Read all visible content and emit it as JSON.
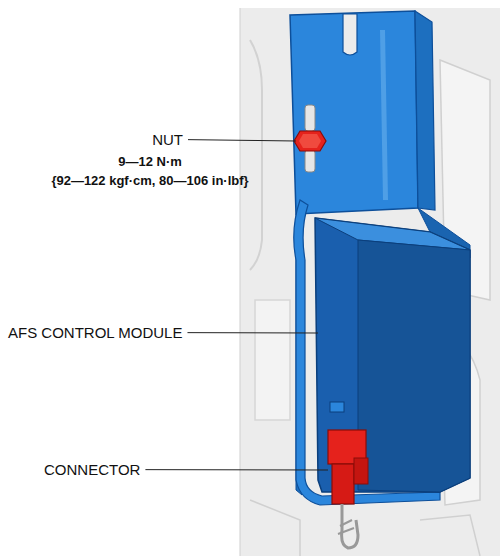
{
  "diagram": {
    "labels": [
      "NUT",
      "9—12 N·m",
      "{92—122 kgf·cm, 80—106 in·lbf}",
      "AFS CONTROL MODULE",
      "CONNECTOR"
    ]
  }
}
